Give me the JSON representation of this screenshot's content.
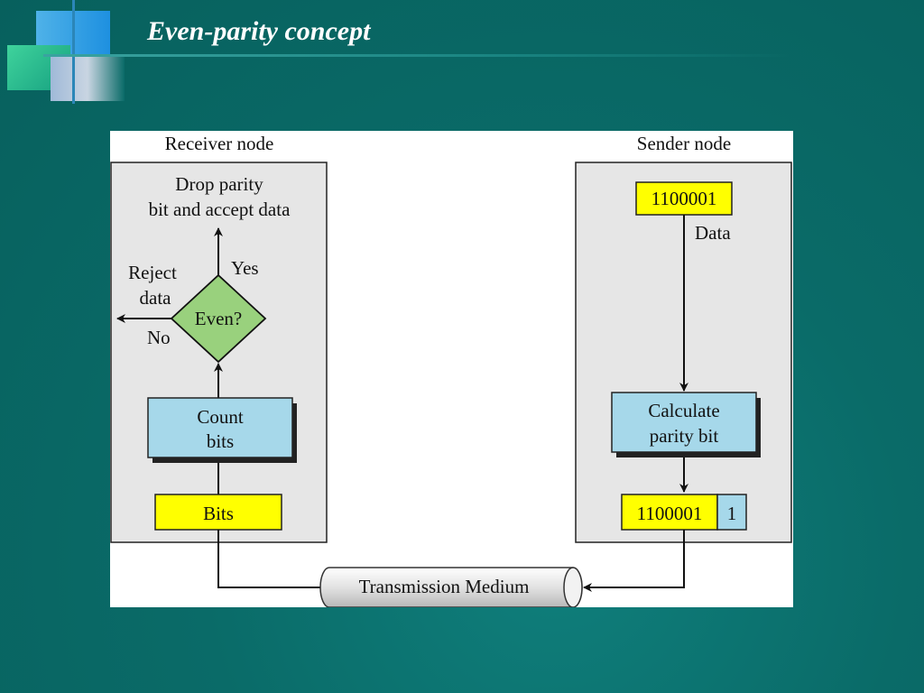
{
  "slide": {
    "title": "Even-parity concept"
  },
  "diagram": {
    "receiver": {
      "label": "Receiver node",
      "drop_line1": "Drop parity",
      "drop_line2": "bit and accept data",
      "yes": "Yes",
      "reject_line1": "Reject",
      "reject_line2": "data",
      "no": "No",
      "decision": "Even?",
      "count_line1": "Count",
      "count_line2": "bits",
      "bits": "Bits"
    },
    "sender": {
      "label": "Sender node",
      "data_value": "1100001",
      "data_label": "Data",
      "calc_line1": "Calculate",
      "calc_line2": "parity bit",
      "output_data": "1100001",
      "parity_bit": "1"
    },
    "medium": "Transmission Medium"
  },
  "colors": {
    "background": "#0a6b68",
    "node_panel": "#e6e6e6",
    "yellow_box": "#ffff00",
    "blue_box": "#a6d8ea",
    "diamond": "#99d17d",
    "pipe": "#e8e8e8"
  }
}
